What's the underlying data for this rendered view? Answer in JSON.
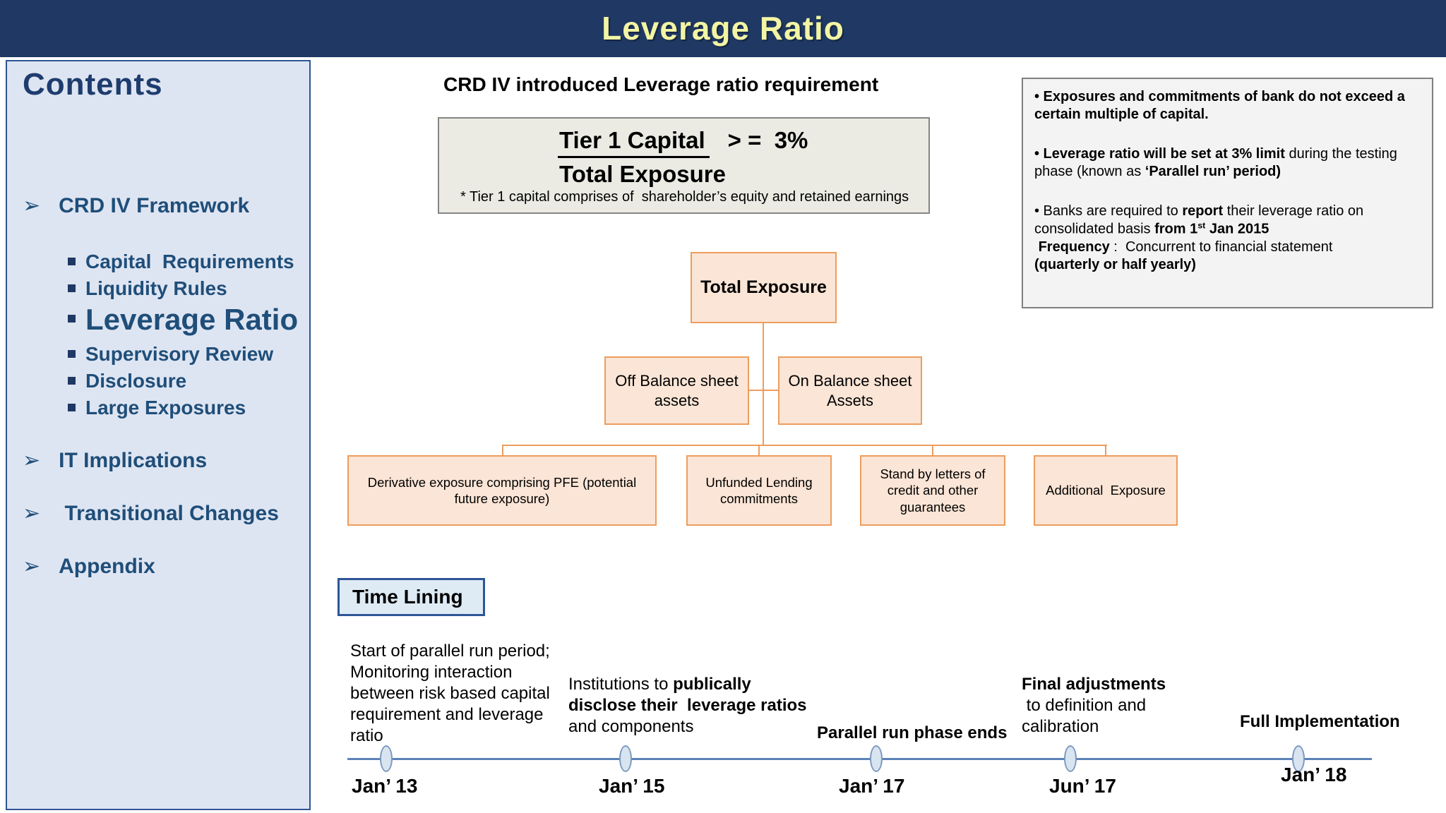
{
  "header": {
    "title": "Leverage Ratio"
  },
  "sidebar": {
    "title": "Contents",
    "items": [
      {
        "label": "CRD IV Framework"
      },
      {
        "label": "Capital  Requirements"
      },
      {
        "label": "Liquidity Rules"
      },
      {
        "label": "Leverage Ratio"
      },
      {
        "label": "Supervisory Review"
      },
      {
        "label": "Disclosure"
      },
      {
        "label": "Large Exposures"
      },
      {
        "label": "IT Implications"
      },
      {
        "label": " Transitional Changes"
      },
      {
        "label": "Appendix"
      }
    ]
  },
  "main": {
    "heading": "CRD IV introduced Leverage ratio requirement",
    "formula": {
      "numerator": "Tier 1 Capital",
      "operator": "> =  3%",
      "denominator": "Total Exposure",
      "footnote": "* Tier 1 capital comprises of  shareholder’s equity and retained earnings"
    },
    "notes": {
      "bullets": [
        {
          "segments": [
            {
              "t": "• Exposures and commitments of bank do not exceed a certain multiple of capital.",
              "b": true
            }
          ]
        },
        {
          "segments": [
            {
              "t": "• Leverage ratio will be set at 3% limit",
              "b": true
            },
            {
              "t": " during the testing phase (known as ",
              "b": false
            },
            {
              "t": "‘Parallel run’ period)",
              "b": true
            }
          ]
        },
        {
          "segments": [
            {
              "t": "• Banks are required to ",
              "b": false
            },
            {
              "t": "report",
              "b": true
            },
            {
              "t": " their leverage ratio on consolidated basis ",
              "b": false
            },
            {
              "t": "from 1",
              "b": true
            },
            {
              "t": "st",
              "b": true,
              "sup": true
            },
            {
              "t": " Jan 2015",
              "b": true
            },
            {
              "t": "\n ",
              "b": false
            },
            {
              "t": "Frequency",
              "b": true
            },
            {
              "t": " :  Concurrent to financial statement\n",
              "b": false
            },
            {
              "t": "(quarterly or half yearly)",
              "b": true
            }
          ]
        }
      ]
    },
    "tree": {
      "root": "Total Exposure",
      "off": "Off Balance sheet\nassets",
      "on": "On Balance sheet\nAssets",
      "d1": "Derivative exposure comprising PFE (potential\nfuture exposure)",
      "d2": "Unfunded Lending\ncommitments",
      "d3": "Stand by letters of\ncredit and other\nguarantees",
      "d4": "Additional  Exposure"
    },
    "timeline": {
      "title": "Time Lining",
      "milestones": [
        {
          "date": "Jan’ 13",
          "segments": [
            {
              "t": "Start of parallel run period;\nMonitoring interaction\nbetween risk based capital\nrequirement and leverage\nratio",
              "b": false
            }
          ]
        },
        {
          "date": "Jan’ 15",
          "segments": [
            {
              "t": "Institutions to ",
              "b": false
            },
            {
              "t": "publically\ndisclose their  leverage ratios",
              "b": true
            },
            {
              "t": "\nand components",
              "b": false
            }
          ]
        },
        {
          "date": "Jan’ 17",
          "segments": [
            {
              "t": "Parallel run phase ends",
              "b": true
            }
          ]
        },
        {
          "date": "Jun’ 17",
          "segments": [
            {
              "t": "Final adjustments",
              "b": true
            },
            {
              "t": "\n to definition and\ncalibration",
              "b": false
            }
          ]
        },
        {
          "date": "Jan’ 18",
          "segments": [
            {
              "t": "Full Implementation",
              "b": true
            }
          ]
        }
      ]
    }
  },
  "colors": {
    "header_bg": "#1F3864",
    "title_text": "#F2F5A3",
    "sidebar_bg": "#DEE5F2",
    "sidebar_border": "#2F5496",
    "sidebar_text": "#1F4E79",
    "contents_text": "#1E3C6E",
    "formula_box_bg": "#EBEBE4",
    "formula_box_border": "#858583",
    "notes_bg": "#F3F3F3",
    "notes_border": "#7F7F7F",
    "tree_node_bg": "#FBE5D6",
    "tree_node_border": "#ED9D5D",
    "timeline_line": "#5B83B8",
    "marker_fill": "#D8E4F0",
    "marker_border": "#7C99C0",
    "timeline_box_bg": "#DEEBF5",
    "timeline_box_border": "#2E5596"
  }
}
